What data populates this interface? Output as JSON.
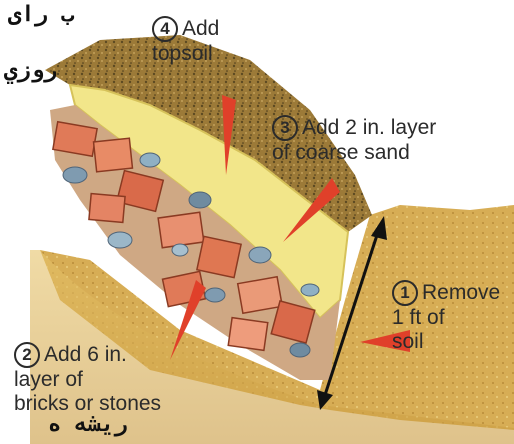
{
  "steps": [
    {
      "number": "1",
      "text": "Remove\n1 ft of\nsoil"
    },
    {
      "number": "2",
      "text": "Add 6 in.\nlayer of\nbricks or stones"
    },
    {
      "number": "3",
      "text": "Add 2 in. layer\nof coarse sand"
    },
    {
      "number": "4",
      "text": "Add\ntopsoil"
    }
  ],
  "overlay_text": {
    "top": "ب راى",
    "second": "روزي",
    "bottom": "ريشه ه"
  },
  "colors": {
    "soil": "#a8823a",
    "soil_dark": "#6e5a2e",
    "sand": "#f3e88a",
    "bricks": "#e07858",
    "stones": "#7f9bb0",
    "ground": "#d9b25a",
    "pointer": "#e0402a",
    "arrow": "#111111"
  }
}
